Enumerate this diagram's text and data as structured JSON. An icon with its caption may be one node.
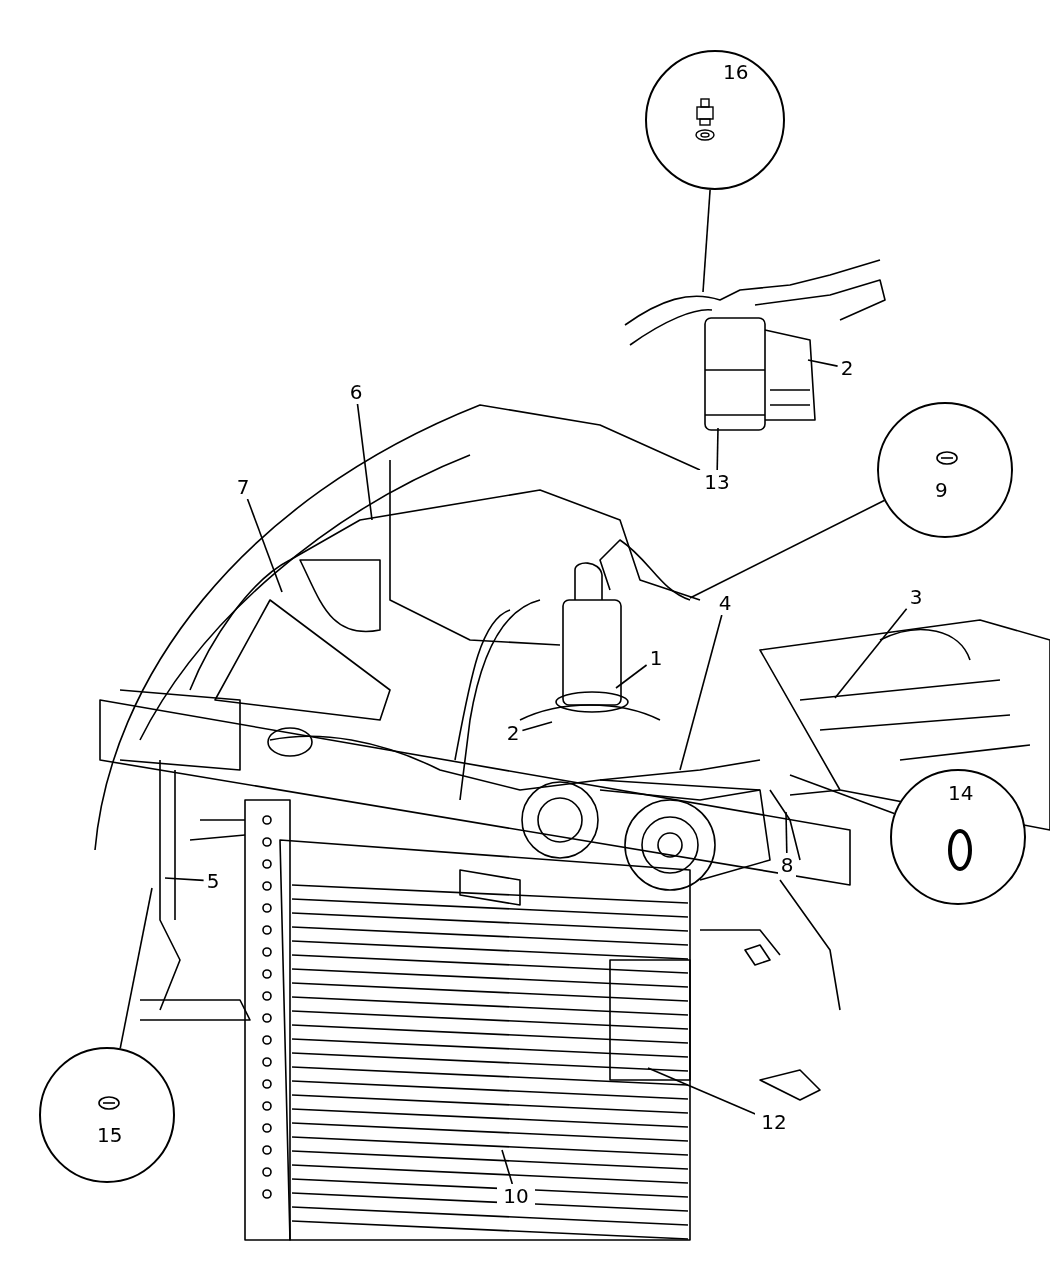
{
  "diagram": {
    "nodes": [
      {
        "text": [
          "16"
        ]
      },
      {
        "text": [
          "2"
        ]
      },
      {
        "text": [
          "13"
        ]
      },
      {
        "text": [
          "9"
        ]
      },
      {
        "text": [
          "6"
        ]
      },
      {
        "text": [
          "7"
        ]
      },
      {
        "text": [
          "3"
        ]
      },
      {
        "text": [
          "4"
        ]
      },
      {
        "text": [
          "1"
        ]
      },
      {
        "text": [
          "2"
        ]
      },
      {
        "text": [
          "8"
        ]
      },
      {
        "text": [
          "14"
        ]
      },
      {
        "text": [
          "5"
        ]
      },
      {
        "text": [
          "12"
        ]
      },
      {
        "text": [
          "15"
        ]
      },
      {
        "text": [
          "10"
        ]
      }
    ],
    "edges": [
      {
        "from": 0,
        "to": null,
        "arrow": "none"
      },
      {
        "from": 1,
        "to": null,
        "arrow": "none"
      },
      {
        "from": 2,
        "to": null,
        "arrow": "none"
      },
      {
        "from": 3,
        "to": null,
        "arrow": "none"
      },
      {
        "from": 4,
        "to": null,
        "arrow": "none"
      },
      {
        "from": 5,
        "to": null,
        "arrow": "none"
      },
      {
        "from": 6,
        "to": null,
        "arrow": "none"
      },
      {
        "from": 7,
        "to": null,
        "arrow": "none"
      },
      {
        "from": 8,
        "to": null,
        "arrow": "none"
      },
      {
        "from": 9,
        "to": null,
        "arrow": "none"
      },
      {
        "from": 10,
        "to": null,
        "arrow": "none"
      },
      {
        "from": 11,
        "to": null,
        "arrow": "none"
      },
      {
        "from": 12,
        "to": null,
        "arrow": "none"
      },
      {
        "from": 13,
        "to": null,
        "arrow": "none"
      },
      {
        "from": 14,
        "to": null,
        "arrow": "none"
      },
      {
        "from": 15,
        "to": null,
        "arrow": "none"
      }
    ]
  }
}
